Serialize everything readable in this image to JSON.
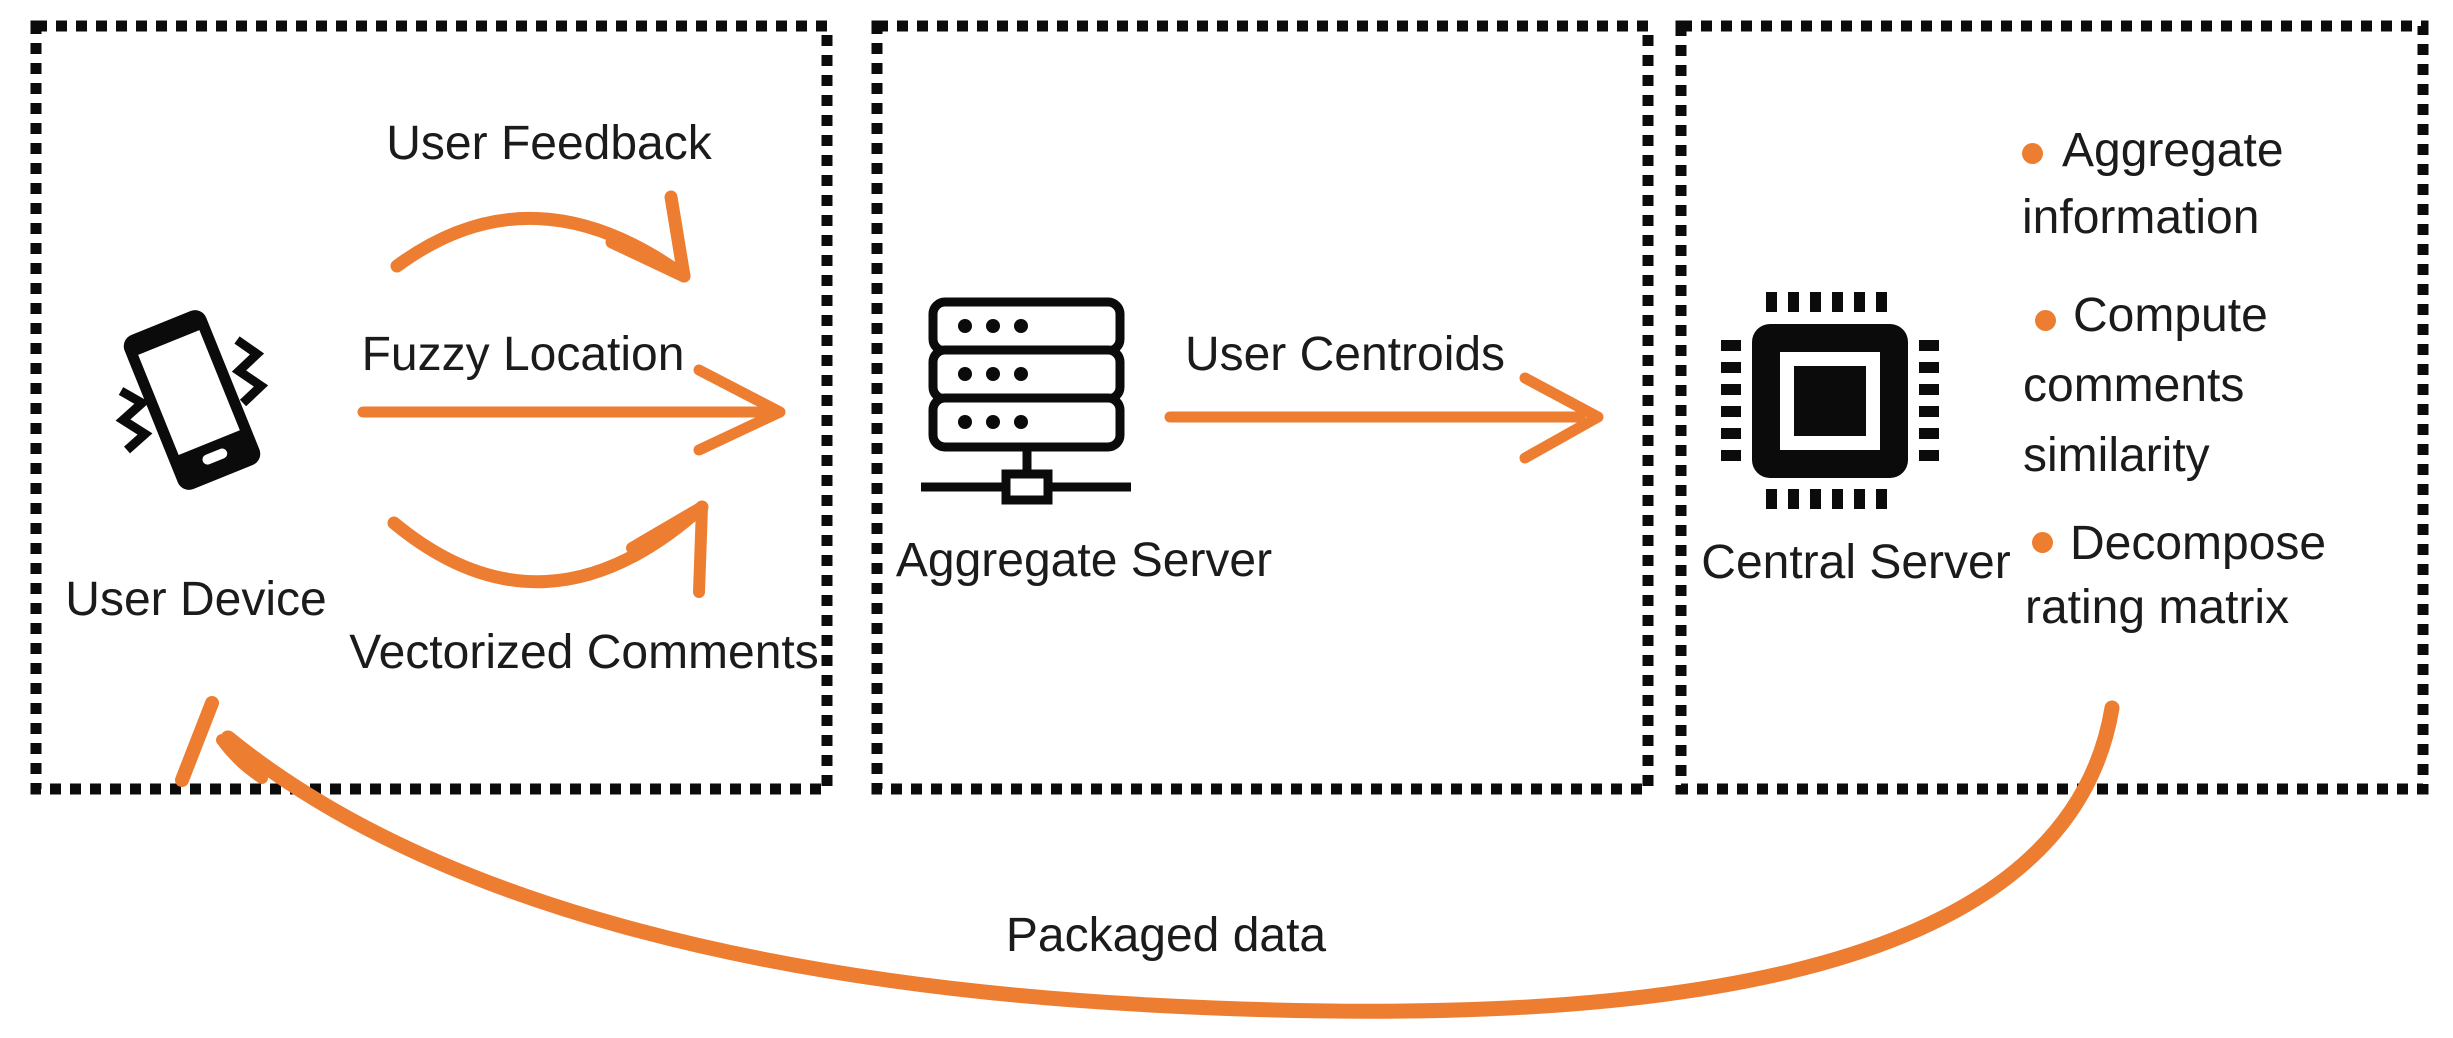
{
  "colors": {
    "accent": "#ED7D31",
    "ink": "#1b1b1b",
    "background": "#ffffff"
  },
  "boxes": {
    "user_device": {
      "title": "User Device",
      "icon": "vibrating-smartphone-icon",
      "arrows": {
        "user_feedback": "User Feedback",
        "fuzzy_location": "Fuzzy Location",
        "vectorized_comments": "Vectorized Comments"
      }
    },
    "aggregate_server": {
      "title": "Aggregate Server",
      "icon": "server-rack-icon",
      "arrows": {
        "user_centroids": "User Centroids"
      }
    },
    "central_server": {
      "title": "Central Server",
      "icon": "cpu-chip-icon",
      "bullet_icon": "orange-bullet-dot",
      "bullets": [
        {
          "text": "Aggregate information",
          "lines": [
            "Aggregate",
            "information"
          ]
        },
        {
          "text": "Compute comments similarity",
          "lines": [
            "Compute",
            "comments",
            "similarity"
          ]
        },
        {
          "text": "Decompose rating matrix",
          "lines": [
            "Decompose",
            "rating matrix"
          ]
        }
      ]
    }
  },
  "return_arrow": {
    "label": "Packaged data"
  }
}
